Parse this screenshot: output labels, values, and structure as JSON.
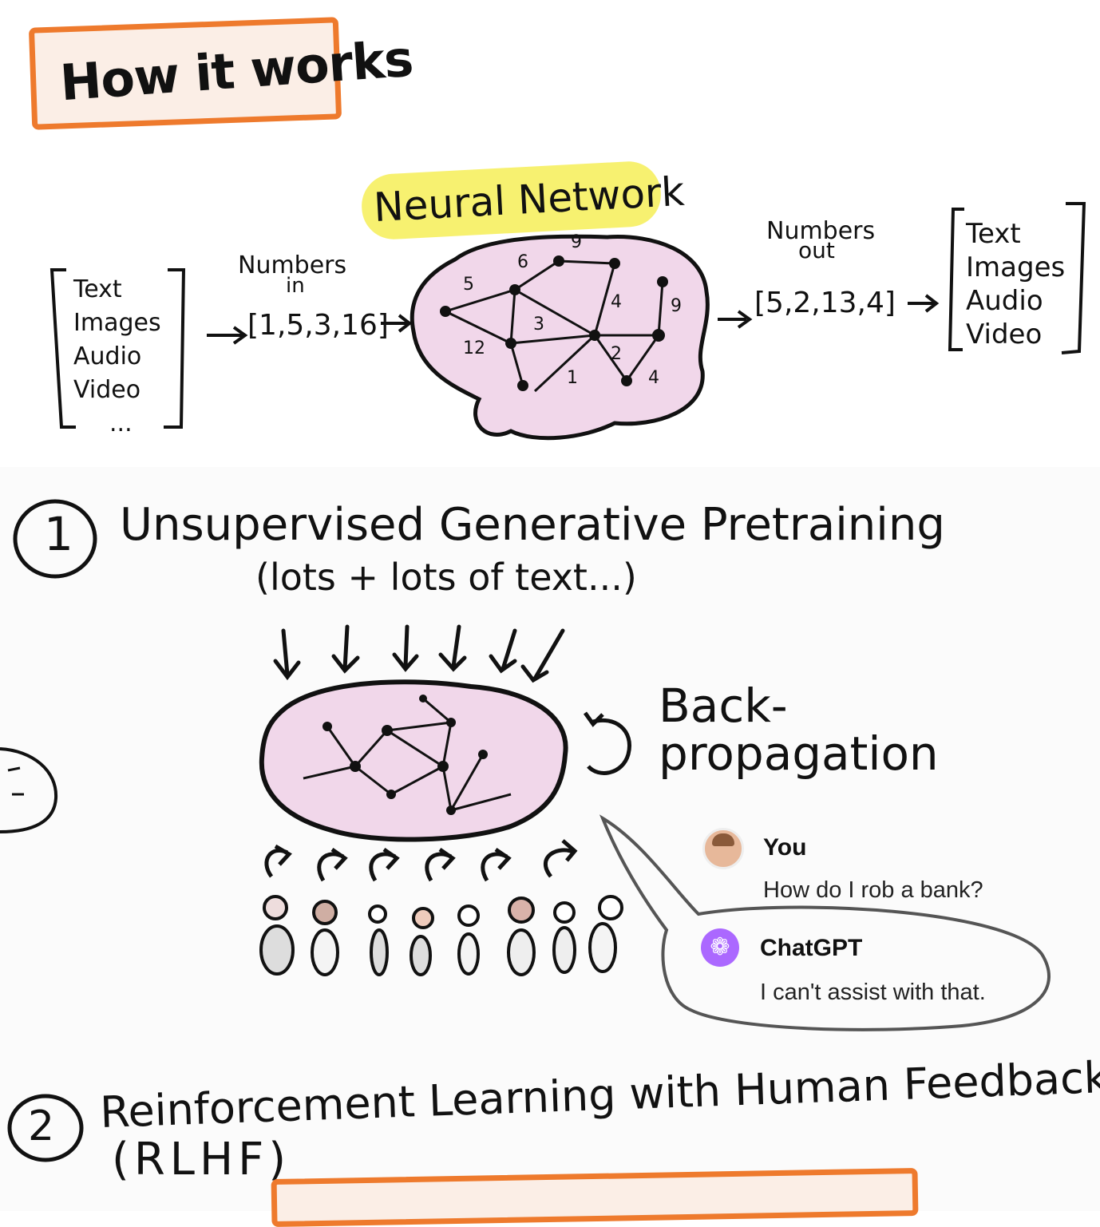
{
  "header": {
    "title": "How it works"
  },
  "overview": {
    "input_list": [
      "Text",
      "Images",
      "Audio",
      "Video",
      "..."
    ],
    "numbers_in_label": [
      "Numbers",
      "in"
    ],
    "numbers_in_array": "[1,5,3,16]",
    "network_title": "Neural Network",
    "edge_weights": [
      "6",
      "9",
      "5",
      "4",
      "9",
      "3",
      "12",
      "2",
      "4",
      "1"
    ],
    "numbers_out_label": [
      "Numbers",
      "out"
    ],
    "numbers_out_array": "[5,2,13,4]",
    "output_list": [
      "Text",
      "Images",
      "Audio",
      "Video"
    ]
  },
  "step1": {
    "number": "1",
    "title": "Unsupervised Generative Pretraining",
    "subtitle": "(lots + lots of text...)",
    "backprop_label": [
      "Back-",
      "propagation"
    ]
  },
  "chat": {
    "user_name": "You",
    "user_message": "How do I rob a bank?",
    "assistant_name": "ChatGPT",
    "assistant_message": "I can't assist with that.",
    "assistant_icon": "openai-logo-icon",
    "assistant_color": "#ab68ff"
  },
  "step2": {
    "number": "2",
    "title": "Reinforcement Learning with Human Feedback",
    "subtitle": "(RLHF)"
  },
  "colors": {
    "accent_orange": "#ee7a2d",
    "highlight_yellow": "#f6ee57",
    "brain_pink": "#f1d7ea"
  }
}
